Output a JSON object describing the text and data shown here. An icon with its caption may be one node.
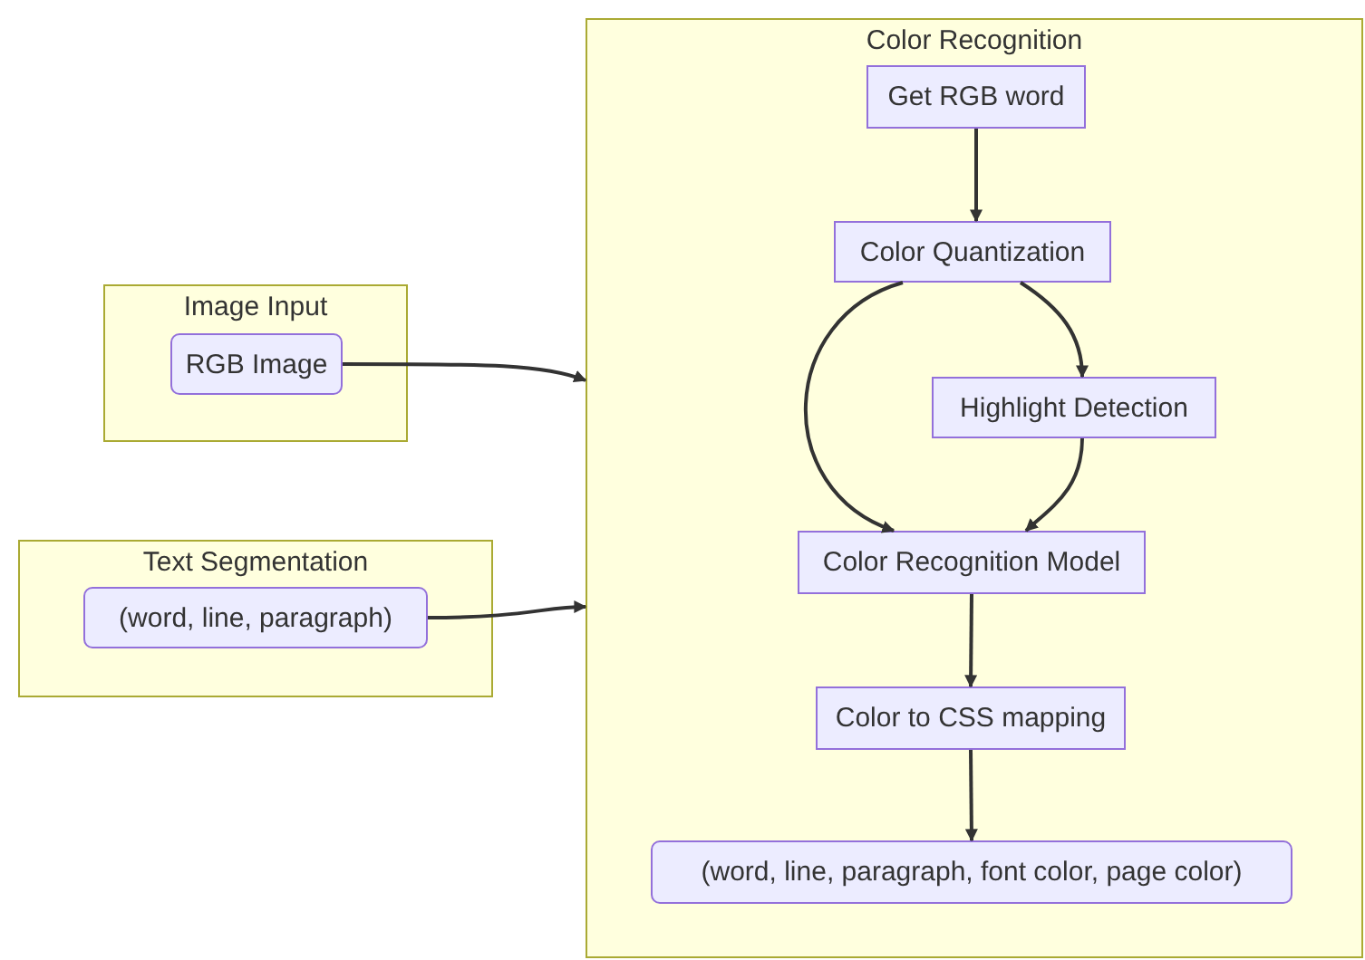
{
  "diagram": {
    "nodes": [
      {
        "text": [
          "Image Input"
        ]
      },
      {
        "text": [
          "RGB Image"
        ],
        "in": 0
      },
      {
        "text": [
          "Text Segmentation"
        ]
      },
      {
        "text": [
          "(word, line, paragraph)"
        ],
        "in": 2
      },
      {
        "text": [
          "Color Recognition"
        ]
      },
      {
        "text": [
          "Get RGB word"
        ],
        "in": 4
      },
      {
        "text": [
          "Color Quantization"
        ],
        "in": 4
      },
      {
        "text": [
          "Highlight Detection"
        ],
        "in": 4
      },
      {
        "text": [
          "Color Recognition Model"
        ],
        "in": 4
      },
      {
        "text": [
          "Color to CSS mapping"
        ],
        "in": 4
      },
      {
        "text": [
          "(word, line, paragraph, font color, page color)"
        ],
        "in": 4
      }
    ],
    "edges": [
      {
        "from": 1,
        "to": 4,
        "arrow": "to"
      },
      {
        "from": 3,
        "to": 4,
        "arrow": "to"
      },
      {
        "from": 5,
        "to": 6,
        "arrow": "to"
      },
      {
        "from": 6,
        "to": 8,
        "arrow": "to"
      },
      {
        "from": 6,
        "to": 7,
        "arrow": "to"
      },
      {
        "from": 7,
        "to": 8,
        "arrow": "to"
      },
      {
        "from": 8,
        "to": 9,
        "arrow": "to"
      },
      {
        "from": 9,
        "to": 10,
        "arrow": "to"
      }
    ]
  }
}
